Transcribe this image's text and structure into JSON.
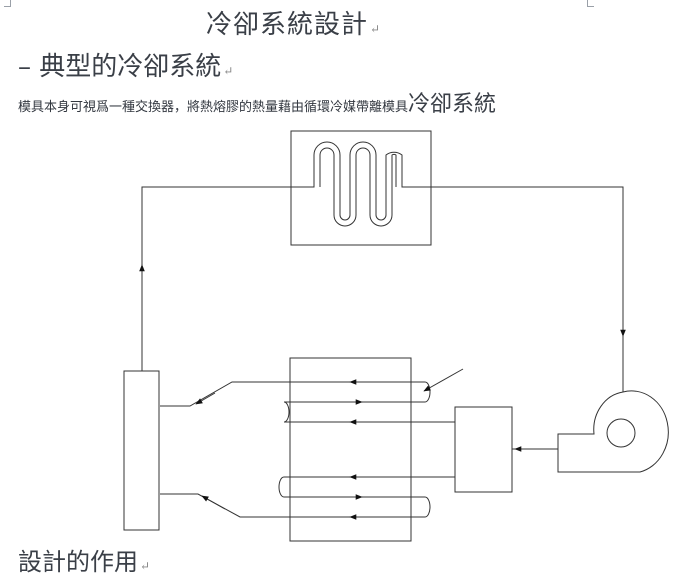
{
  "document": {
    "title": "冷卻系統設計",
    "subtitle": "– 典型的冷卻系統",
    "body_text": "模具本身可視爲一種交換器，將熱熔膠的熱量藉由循環冷媒帶離模具",
    "body_text_emphasis": "冷卻系統",
    "section_heading": "設計的作用",
    "paragraph_mark": "↵"
  },
  "colors": {
    "text": "#3a3f47",
    "line": "#333333"
  }
}
